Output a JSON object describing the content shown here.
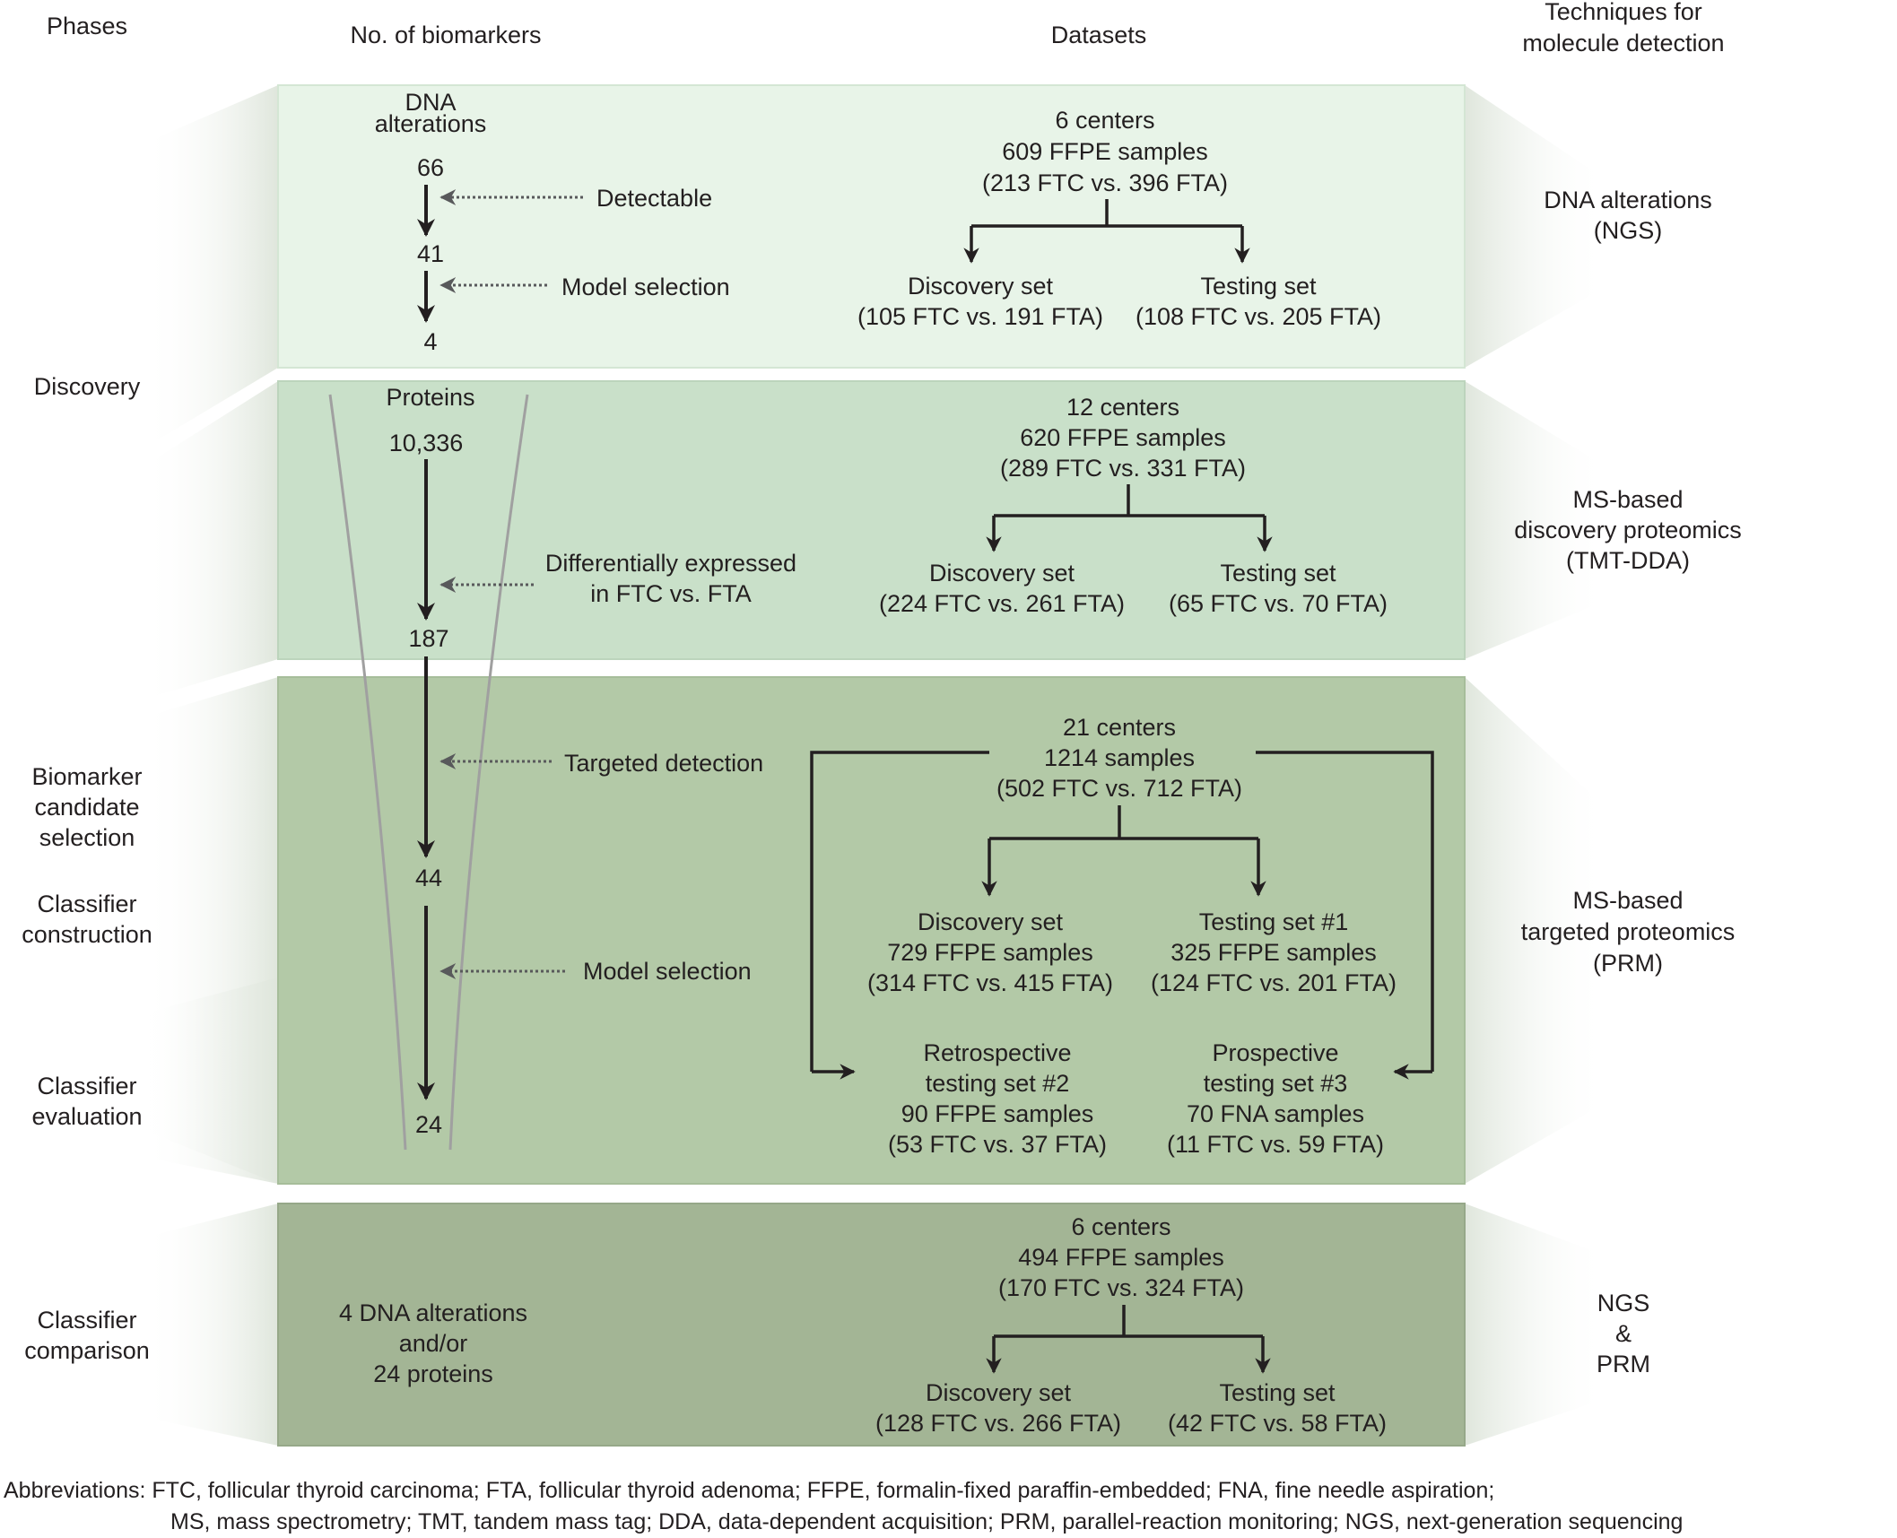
{
  "headers": {
    "phases": "Phases",
    "biomarkers": "No. of biomarkers",
    "datasets": "Datasets",
    "techniques": [
      "Techniques for",
      "molecule detection"
    ]
  },
  "phases": {
    "discovery": "Discovery",
    "candidate_selection": [
      "Biomarker",
      "candidate",
      "selection"
    ],
    "construction": [
      "Classifier",
      "construction"
    ],
    "evaluation": [
      "Classifier",
      "evaluation"
    ],
    "comparison": [
      "Classifier",
      "comparison"
    ]
  },
  "dna_panel": {
    "title": [
      "DNA",
      "alterations"
    ],
    "counts": [
      "66",
      "41",
      "4"
    ],
    "steps": [
      "Detectable",
      "Model selection"
    ],
    "dataset": [
      "6 centers",
      "609 FFPE samples",
      "(213 FTC vs. 396 FTA)"
    ],
    "discovery_set": [
      "Discovery set",
      "(105 FTC vs. 191 FTA)"
    ],
    "testing_set": [
      "Testing set",
      "(108 FTC vs. 205 FTA)"
    ],
    "technique": [
      "DNA alterations",
      "(NGS)"
    ]
  },
  "discovery_proteomics_panel": {
    "title": "Proteins",
    "counts": [
      "10,336",
      "187"
    ],
    "step": [
      "Differentially expressed",
      "in FTC vs. FTA"
    ],
    "dataset": [
      "12 centers",
      "620 FFPE samples",
      "(289 FTC vs. 331 FTA)"
    ],
    "discovery_set": [
      "Discovery set",
      "(224 FTC vs. 261 FTA)"
    ],
    "testing_set": [
      "Testing set",
      "(65 FTC vs. 70 FTA)"
    ],
    "technique": [
      "MS-based",
      "discovery proteomics",
      "(TMT-DDA)"
    ]
  },
  "targeted_proteomics_panel": {
    "counts": [
      "44",
      "24"
    ],
    "steps": [
      "Targeted detection",
      "Model selection"
    ],
    "dataset": [
      "21 centers",
      "1214 samples",
      "(502 FTC vs. 712 FTA)"
    ],
    "discovery_set": [
      "Discovery set",
      "729 FFPE samples",
      "(314 FTC vs. 415 FTA)"
    ],
    "testing_set_1": [
      "Testing set #1",
      "325 FFPE samples",
      "(124 FTC vs. 201 FTA)"
    ],
    "testing_set_2": [
      "Retrospective",
      "testing set #2",
      "90 FFPE samples",
      "(53 FTC vs. 37 FTA)"
    ],
    "testing_set_3": [
      "Prospective",
      "testing set #3",
      "70 FNA samples",
      "(11 FTC vs. 59 FTA)"
    ],
    "technique": [
      "MS-based",
      "targeted proteomics",
      "(PRM)"
    ]
  },
  "comparison_panel": {
    "biomarkers": [
      "4 DNA alterations",
      "and/or",
      "24 proteins"
    ],
    "dataset": [
      "6 centers",
      "494 FFPE samples",
      "(170 FTC vs. 324 FTA)"
    ],
    "discovery_set": [
      "Discovery set",
      "(128 FTC vs. 266 FTA)"
    ],
    "testing_set": [
      "Testing set",
      "(42 FTC vs. 58 FTA)"
    ],
    "technique": [
      "NGS",
      "&",
      "PRM"
    ]
  },
  "abbreviations": [
    "Abbreviations: FTC, follicular thyroid carcinoma; FTA, follicular thyroid adenoma; FFPE, formalin-fixed paraffin-embedded; FNA, fine needle aspiration;",
    "MS, mass spectrometry; TMT, tandem mass tag; DDA, data-dependent acquisition; PRM, parallel-reaction monitoring; NGS, next-generation sequencing"
  ],
  "colors": {
    "panel_1": "#e8f4e8",
    "panel_2": "#c9e0c9",
    "panel_3": "#b3c9a7",
    "panel_4": "#a3b595",
    "arrow": "#231f20",
    "dotted_arrow": "#58595b",
    "funnel": "#a0a0a0"
  }
}
